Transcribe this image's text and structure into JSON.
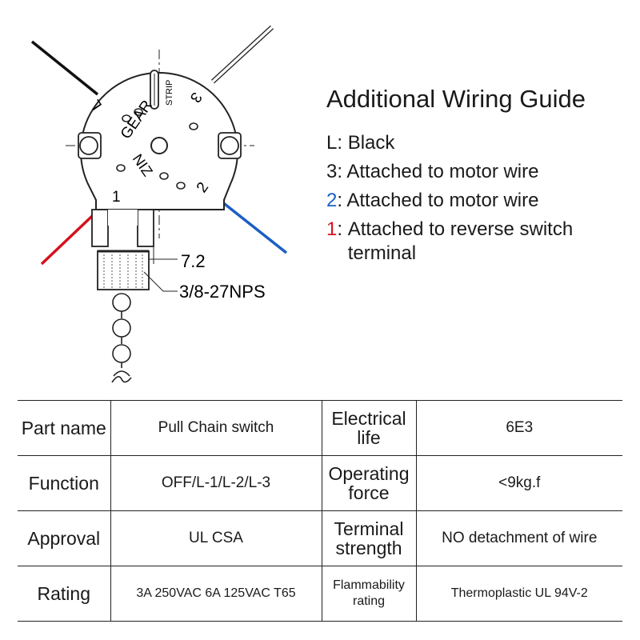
{
  "diagram": {
    "switch_labels": {
      "strip": "STRIP",
      "gear": "GEAR",
      "niz": "NIZ",
      "terminal_l": "L",
      "terminal_1": "1",
      "terminal_2": "2",
      "terminal_3": "3"
    },
    "dimension": "7.2",
    "thread": "3/8-27NPS",
    "wire_colors": {
      "black": "#111111",
      "red": "#d4111f",
      "blue": "#1b5fc4",
      "white": "#ffffff"
    }
  },
  "guide": {
    "title": "Additional Wiring Guide",
    "lines": [
      {
        "label": "L",
        "label_color": "#1a1a1a",
        "text": "Black"
      },
      {
        "label": "3",
        "label_color": "#1a1a1a",
        "text": "Attached to motor wire"
      },
      {
        "label": "2",
        "label_color": "#1b5fc4",
        "text": "Attached to motor wire"
      },
      {
        "label": "1",
        "label_color": "#d4111f",
        "text": "Attached to reverse switch terminal"
      }
    ]
  },
  "specs": [
    {
      "label": "Part name",
      "value": "Pull Chain switch",
      "label2": "Electrical life",
      "value2": "6E3"
    },
    {
      "label": "Function",
      "value": "OFF/L-1/L-2/L-3",
      "label2": "Operating force",
      "value2": "<9kg.f"
    },
    {
      "label": "Approval",
      "value": "UL CSA",
      "label2": "Terminal strength",
      "value2": "NO detachment of wire"
    },
    {
      "label": "Rating",
      "value": "3A 250VAC 6A 125VAC T65",
      "label2": "Flammability rating",
      "value2": "Thermoplastic UL 94V-2"
    }
  ]
}
